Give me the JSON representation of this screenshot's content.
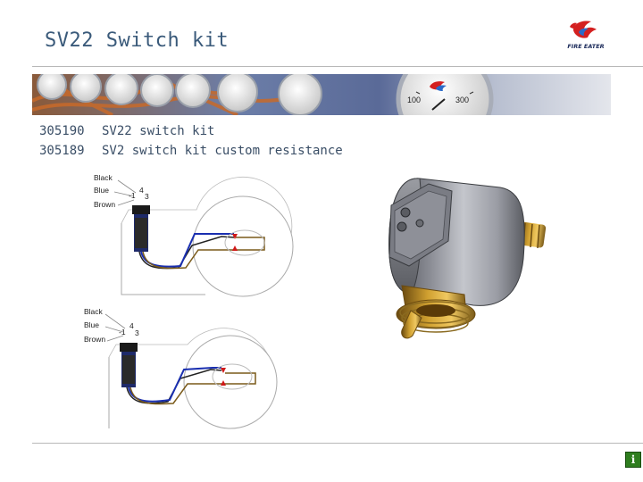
{
  "header": {
    "title": "SV22 Switch kit",
    "logo_text": "FIRE EATER"
  },
  "banner": {
    "gauge_values": [
      "100",
      "300"
    ]
  },
  "parts": [
    {
      "number": "305190",
      "description": "SV22 switch kit"
    },
    {
      "number": "305189",
      "description": "SV2 switch kit custom resistance"
    }
  ],
  "diagrams": [
    {
      "wires": [
        "Black",
        "Blue",
        "Brown"
      ],
      "pins": [
        "-1",
        "4",
        "3"
      ]
    },
    {
      "wires": [
        "Black",
        "Blue",
        "Brown"
      ],
      "pins": [
        "-1",
        "4",
        "3"
      ]
    }
  ],
  "footer": {
    "info_button": "i"
  },
  "colors": {
    "title": "#3a5a7a",
    "text": "#3a4e66",
    "wire_blue": "#1a2fb0",
    "wire_brown": "#7a5a1a",
    "contact_red": "#d01818",
    "info_green": "#2e7d1e"
  }
}
